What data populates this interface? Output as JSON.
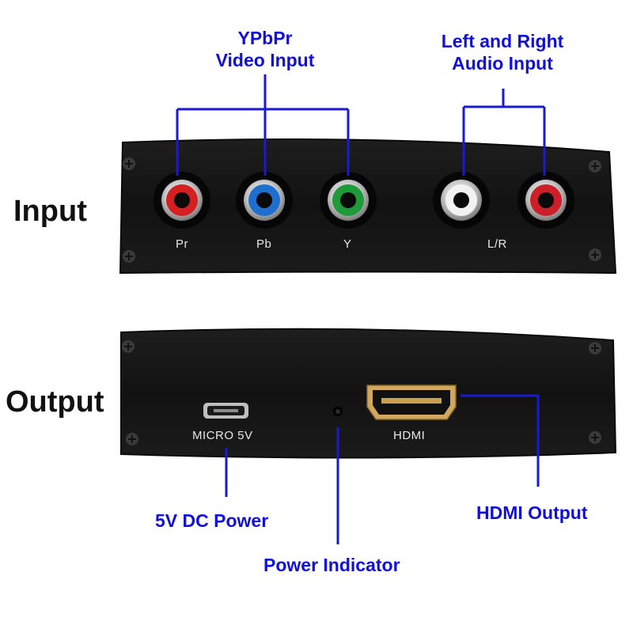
{
  "side_labels": {
    "input": "Input",
    "output": "Output"
  },
  "callouts": {
    "video_input_line1": "YPbPr",
    "video_input_line2": "Video Input",
    "audio_input_line1": "Left and Right",
    "audio_input_line2": "Audio Input",
    "dc_power": "5V DC Power",
    "power_indicator": "Power Indicator",
    "hdmi_output": "HDMI Output"
  },
  "input_panel": {
    "ports": [
      {
        "label": "Pr",
        "color": "#d42020"
      },
      {
        "label": "Pb",
        "color": "#1e6fd0"
      },
      {
        "label": "Y",
        "color": "#1f9a3a"
      }
    ],
    "audio_label": "L/R",
    "audio_colors": [
      "#f2f2f2",
      "#cc1f2a"
    ]
  },
  "output_panel": {
    "micro_label": "MICRO 5V",
    "hdmi_label": "HDMI"
  },
  "colors": {
    "callout": "#1010d8",
    "bracket": "#1a1ad0",
    "panel": "#141414",
    "screw": "#3a3a3a"
  }
}
